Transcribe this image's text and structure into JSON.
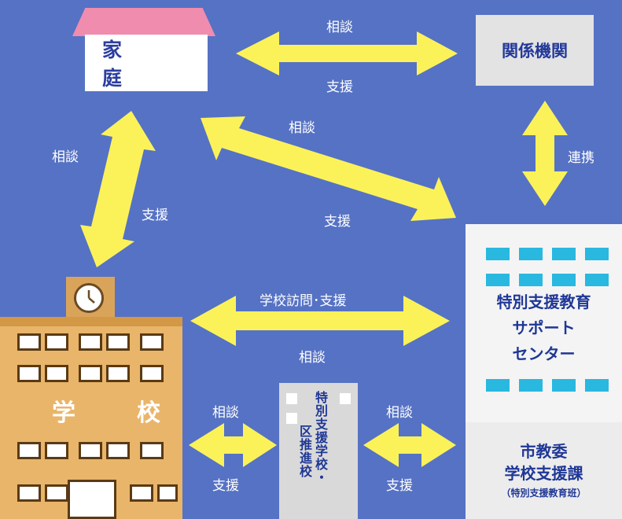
{
  "nodes": {
    "home": "家　庭",
    "agency": "関係機関",
    "center": [
      "特別支援教育",
      "サポート",
      "センター"
    ],
    "school": "学　校",
    "district": [
      "特別支援学校・",
      "区推進校"
    ],
    "board": [
      "市教委",
      "学校支援課",
      "（特別支援教育班）"
    ]
  },
  "labels": {
    "home_agency_top": "相談",
    "home_agency_bottom": "支援",
    "home_center_top": "相談",
    "home_center_bottom": "支援",
    "home_school_top": "相談",
    "home_school_bottom": "支援",
    "agency_center": "連携",
    "school_center_top": "学校訪問･支援",
    "school_center_bottom": "相談",
    "school_district_top": "相談",
    "school_district_bottom": "支援",
    "district_board_top": "相談",
    "district_board_bottom": "支援"
  },
  "colors": {
    "background": "#5672c4",
    "arrow": "#fbf25a",
    "roof": "#f08cae",
    "window_blue": "#29b8df",
    "text_navy": "#1f3796"
  }
}
